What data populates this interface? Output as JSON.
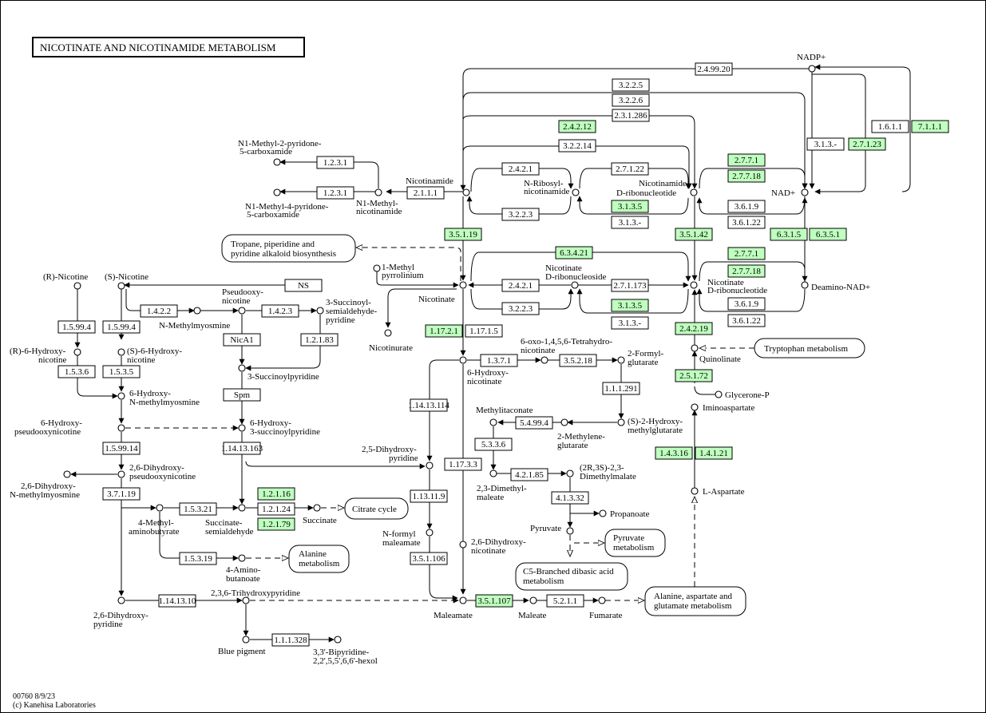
{
  "title": "NICOTINATE AND NICOTINAMIDE METABOLISM",
  "footer": {
    "line1": "00760 8/9/23",
    "line2": "(c) Kanehisa Laboratories"
  },
  "colors": {
    "highlight": "#bfffbf",
    "line": "#000000",
    "background": "#ffffff"
  },
  "enzymes": {
    "e24920": "2.4.99.20",
    "e3225": "3.2.2.5",
    "e3226": "3.2.2.6",
    "e231286": "2.3.1.286",
    "e24212a": "2.4.2.12",
    "e32214": "3.2.2.14",
    "e24211a": "2.4.2.1",
    "e3223a": "3.2.2.3",
    "e27122": "2.7.1.22",
    "e3135a": "3.1.3.5",
    "e313a": "3.1.3.-",
    "e1611": "1.6.1.1",
    "e7111": "7.1.1.1",
    "e313b": "3.1.3.-",
    "e27123": "2.7.1.23",
    "e2771a": "2.7.7.1",
    "e27718a": "2.7.7.18",
    "e3619a": "3.6.1.9",
    "e36122a": "3.6.1.22",
    "e6315": "6.3.1.5",
    "e6351": "6.3.5.1",
    "e1231a": "1.2.3.1",
    "e1231b": "1.2.3.1",
    "e2111": "2.1.1.1",
    "e35119": "3.5.1.19",
    "e35142": "3.5.1.42",
    "e63421": "6.3.4.21",
    "e24211b": "2.4.2.1",
    "e27173": "2.7.1.173",
    "e3223b": "3.2.2.3",
    "e3135b": "3.1.3.5",
    "e313c": "3.1.3.-",
    "e2771b": "2.7.7.1",
    "e27718b": "2.7.7.18",
    "e3619b": "3.6.1.9",
    "e36122b": "3.6.1.22",
    "ns": "NS",
    "e1422": "1.4.2.2",
    "e1423": "1.4.2.3",
    "e15994a": "1.5.99.4",
    "e15994b": "1.5.99.4",
    "e1536": "1.5.3.6",
    "e1535": "1.5.3.5",
    "nica1": "NicA1",
    "e12183": "1.2.1.83",
    "spm": "Spm",
    "e114133": "1.14.13.163",
    "e159914": "1.5.99.14",
    "e37119": "3.7.1.19",
    "e15321": "1.5.3.21",
    "e15319": "1.5.3.19",
    "e12116": "1.2.1.16",
    "e12124": "1.2.1.24",
    "e12179": "1.2.1.79",
    "e114131": "1.14.13.10",
    "e111328": "1.1.1.328",
    "e11721": "1.17.2.1",
    "e11715": "1.17.1.5",
    "e13711": "1.3.7.1",
    "e35218": "3.5.2.18",
    "e114114": "1.14.13.114",
    "e111291": "1.1.1.291",
    "e54994": "5.4.99.4",
    "e5336": "5.3.3.6",
    "e42185": "4.2.1.85",
    "e41332": "4.1.3.32",
    "e117133": "1.17.3.3",
    "e113119": "1.13.11.9",
    "e351106": "3.5.1.106",
    "e351107": "3.5.1.107",
    "e5211": "5.2.1.1",
    "e24219": "2.4.2.19",
    "e25172": "2.5.1.72",
    "e14316": "1.4.3.16",
    "e14121": "1.4.1.21"
  },
  "compounds": {
    "nadp": "NADP+",
    "nad": "NAD+",
    "n1m2py": [
      "N1-Methyl-2-pyridone-",
      "5-carboxamide"
    ],
    "n1m4py": [
      "N1-Methyl-4-pyridone-",
      "5-carboxamide"
    ],
    "n1mnam": [
      "N1-Methyl-",
      "nicotinamide"
    ],
    "nicotinamide": "Nicotinamide",
    "nrnam": [
      "N-Ribosyl-",
      "nicotinamide"
    ],
    "nmn": [
      "Nicotinamide",
      "D-ribonucleotide"
    ],
    "tropane": [
      "Tropane, piperidine and",
      "pyridine alkaloid biosynthesis"
    ],
    "mpyr": [
      "1-Methyl",
      "pyrrolinium"
    ],
    "nicotinate": "Nicotinate",
    "nicotinurate": "Nicotinurate",
    "nard": [
      "Nicotinate",
      "D-ribonucleoside"
    ],
    "namn": [
      "Nicotinate",
      "D-ribonucleotide"
    ],
    "deamino": "Deamino-NAD+",
    "rnic": "(R)-Nicotine",
    "snic": "(S)-Nicotine",
    "pseudo": [
      "Pseudooxy-",
      "nicotine"
    ],
    "nmm": "N-Methylmyosmine",
    "ssa": [
      "3-Succinoyl-",
      "semialdehyde-",
      "pyridine"
    ],
    "r6h": [
      "(R)-6-Hydroxy-",
      "nicotine"
    ],
    "s6h": [
      "(S)-6-Hydroxy-",
      "nicotine"
    ],
    "succpy": "3-Succinoylpyridine",
    "h6nmm": [
      "6-Hydroxy-",
      "N-methylmyosmine"
    ],
    "h6pseudo": [
      "6-Hydroxy-",
      "pseudooxynicotine"
    ],
    "h6succ": [
      "6-Hydroxy-",
      "3-succinoylpyridine"
    ],
    "dh26pseudo": [
      "2,6-Dihydroxy-",
      "pseudooxynicotine"
    ],
    "dh26nmm": [
      "2,6-Dihydroxy-",
      "N-methylmyosmine"
    ],
    "m4amino": [
      "4-Methyl-",
      "aminobutyrate"
    ],
    "succsemi": [
      "Succinate-",
      "semialdehyde"
    ],
    "succinate": "Succinate",
    "citrate": "Citrate cycle",
    "amino4": [
      "4-Amino-",
      "butanoate"
    ],
    "alanine": [
      "Alanine",
      "metabolism"
    ],
    "dh26py": [
      "2,6-Dihydroxy-",
      "pyridine"
    ],
    "trihydroxy": "2,3,6-Trihydroxypyridine",
    "blue": "Blue pigment",
    "bipyr": [
      "3,3'-Bipyridine-",
      "2,2',5,5',6,6'-hexol"
    ],
    "oxotetra": [
      "6-oxo-1,4,5,6-Tetrahydro-",
      "nicotinate"
    ],
    "h6nic": [
      "6-Hydroxy-",
      "nicotinate"
    ],
    "formylglut": [
      "2-Formyl-",
      "glutarate"
    ],
    "dh25py": [
      "2,5-Dihydroxy-",
      "pyridine"
    ],
    "methylita": "Methylitaconate",
    "methyleneglut": [
      "2-Methylene-",
      "glutarate"
    ],
    "s2hmg": [
      "(S)-2-Hydroxy-",
      "methylglutarate"
    ],
    "dimmal": [
      "2,3-Dimethyl-",
      "maleate"
    ],
    "rsdmm": [
      "(2R,3S)-2,3-",
      "Dimethylmalate"
    ],
    "propanoate": "Propanoate",
    "pyruvate": "Pyruvate",
    "pyrmet": [
      "Pyruvate",
      "metabolism"
    ],
    "c5": [
      "C5-Branched dibasic acid",
      "metabolism"
    ],
    "nformyl": [
      "N-formyl",
      "maleamate"
    ],
    "dh26nic": [
      "2,6-Dihydroxy-",
      "nicotinate"
    ],
    "maleamate": "Maleamate",
    "maleate": "Maleate",
    "fumarate": "Fumarate",
    "alaasp": [
      "Alanine, aspartate and",
      "glutamate metabolism"
    ],
    "quinolinate": "Quinolinate",
    "trp": "Tryptophan metabolism",
    "glycp": "Glycerone-P",
    "iminoasp": "Iminoaspartate",
    "laspartate": "L-Aspartate"
  }
}
